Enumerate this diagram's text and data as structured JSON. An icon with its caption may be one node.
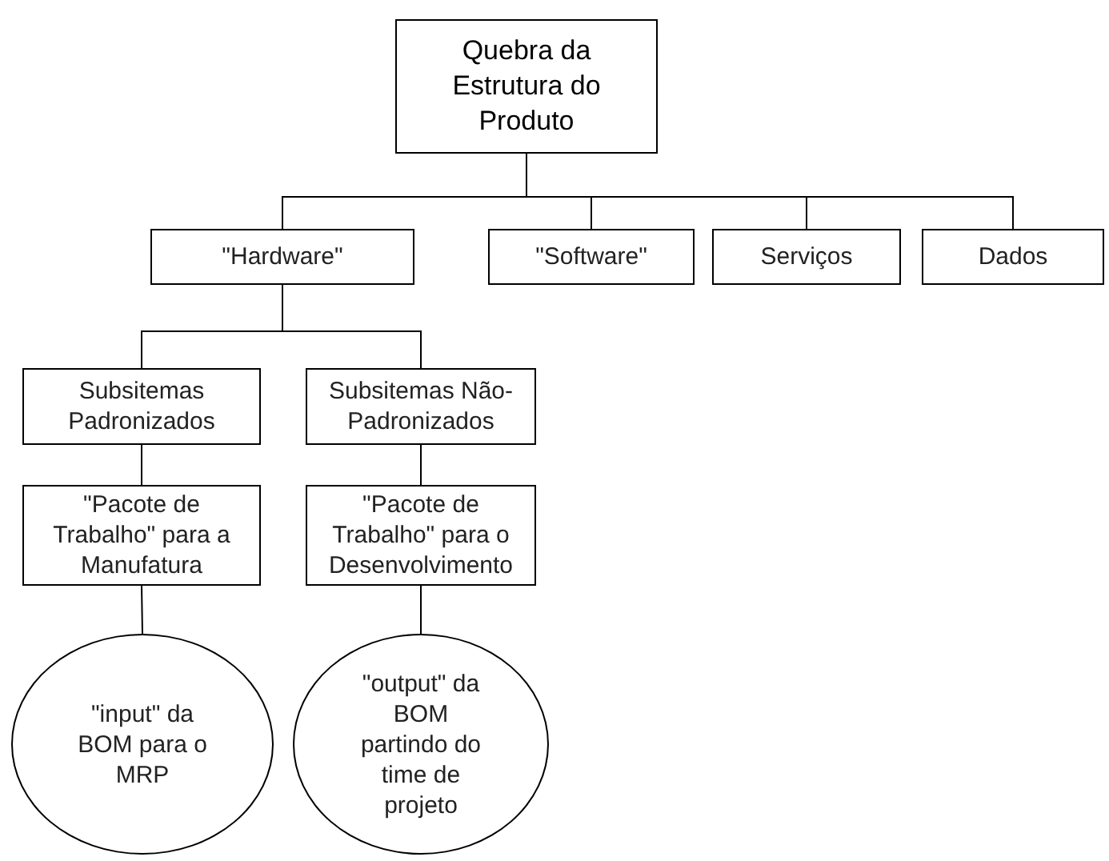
{
  "diagram": {
    "nodes": [
      {
        "text": [
          "Quebra da Estrutura do Produto"
        ]
      },
      {
        "text": [
          "\"Hardware\""
        ]
      },
      {
        "text": [
          "\"Software\""
        ]
      },
      {
        "text": [
          "Serviços"
        ]
      },
      {
        "text": [
          "Dados"
        ]
      },
      {
        "text": [
          "Subsitemas Padronizados"
        ]
      },
      {
        "text": [
          "Subsitemas Não-Padronizados"
        ]
      },
      {
        "text": [
          "\"Pacote de Trabalho\" para a Manufatura"
        ]
      },
      {
        "text": [
          "\"Pacote de Trabalho\" para o Desenvolvimento"
        ]
      },
      {
        "text": [
          "\"input\" da BOM para o MRP"
        ]
      },
      {
        "text": [
          "\"output\" da BOM partindo do time de projeto"
        ]
      }
    ],
    "edges": [
      {
        "from": 0,
        "to": 1,
        "arrow": "none"
      },
      {
        "from": 0,
        "to": 2,
        "arrow": "none"
      },
      {
        "from": 0,
        "to": 3,
        "arrow": "none"
      },
      {
        "from": 0,
        "to": 4,
        "arrow": "none"
      },
      {
        "from": 1,
        "to": 5,
        "arrow": "none"
      },
      {
        "from": 1,
        "to": 6,
        "arrow": "none"
      },
      {
        "from": 5,
        "to": 7,
        "arrow": "none"
      },
      {
        "from": 6,
        "to": 8,
        "arrow": "none"
      },
      {
        "from": 7,
        "to": 9,
        "arrow": "none"
      },
      {
        "from": 8,
        "to": 10,
        "arrow": "none"
      }
    ]
  }
}
